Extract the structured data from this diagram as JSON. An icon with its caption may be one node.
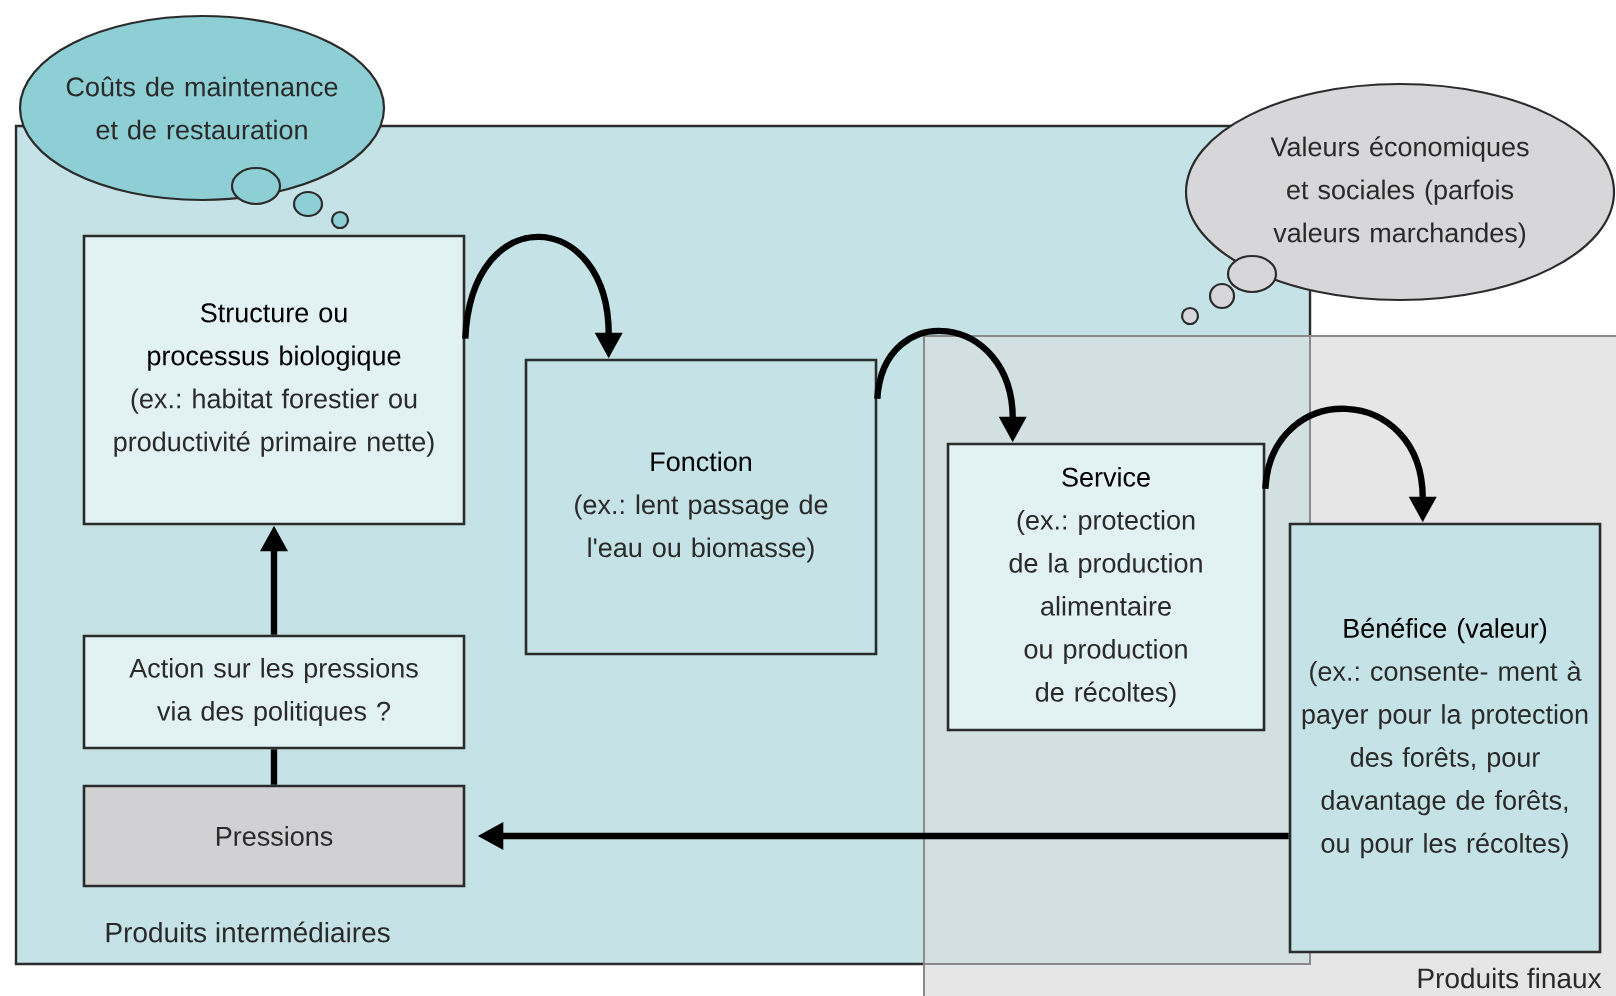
{
  "diagram": {
    "nodes": [
      {
        "text": [
          "Produits intermédiaires"
        ]
      },
      {
        "text": [
          "Produits finaux"
        ]
      },
      {
        "text": [
          "Coûts de maintenance et de restauration"
        ]
      },
      {
        "text": [
          "Structure ou processus biologique",
          "(ex.: habitat forestier ou productivité primaire nette)"
        ],
        "in": 0
      },
      {
        "text": [
          "Fonction",
          "(ex.: lent passage de l'eau ou biomasse)"
        ],
        "in": 0
      },
      {
        "text": [
          "Service",
          "(ex.: protection de la production alimentaire ou production de récoltes)"
        ]
      },
      {
        "text": [
          "Bénéfice (valeur)",
          "(ex.: consente- ment à payer pour la protection des forêts, pour davantage de forêts, ou pour les récoltes)"
        ],
        "in": 1
      },
      {
        "text": [
          "Action sur les pressions via des politiques ?"
        ],
        "in": 0
      },
      {
        "text": [
          "Pressions"
        ],
        "in": 0
      },
      {
        "text": [
          "Valeurs économiques et sociales (parfois valeurs marchandes)"
        ]
      }
    ],
    "edges": [
      {
        "from": 3,
        "to": 4,
        "arrow": "to"
      },
      {
        "from": 4,
        "to": 5,
        "arrow": "to"
      },
      {
        "from": 5,
        "to": 6,
        "arrow": "to"
      },
      {
        "from": 8,
        "to": 7,
        "arrow": "none"
      },
      {
        "from": 7,
        "to": 3,
        "arrow": "to"
      },
      {
        "from": 6,
        "to": 8,
        "arrow": "to"
      }
    ]
  }
}
